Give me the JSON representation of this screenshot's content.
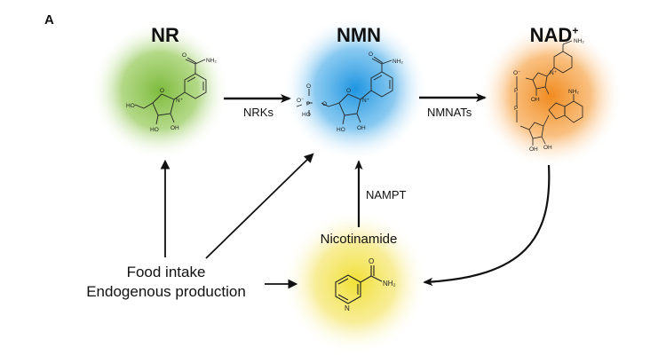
{
  "panel_label": "A",
  "molecules": {
    "nr": {
      "title": "NR",
      "color": "#7dbb3c"
    },
    "nmn": {
      "title": "NMN",
      "color": "#2a9be0"
    },
    "nad": {
      "title": "NAD",
      "superscript": "+",
      "color": "#f3922c"
    },
    "nicotinamide": {
      "title": "Nicotinamide",
      "color": "#f2e34a"
    }
  },
  "enzymes": {
    "nrks": "NRKs",
    "nmnats": "NMNATs",
    "nampt": "NAMPT"
  },
  "sources": {
    "line1": "Food intake",
    "line2": "Endogenous production"
  },
  "atoms": {
    "nh2": "NH₂",
    "o": "O",
    "ho": "HO",
    "oh": "OH",
    "n_plus": "N⁺",
    "p": "P",
    "o_minus": "O⁻",
    "n": "N"
  }
}
